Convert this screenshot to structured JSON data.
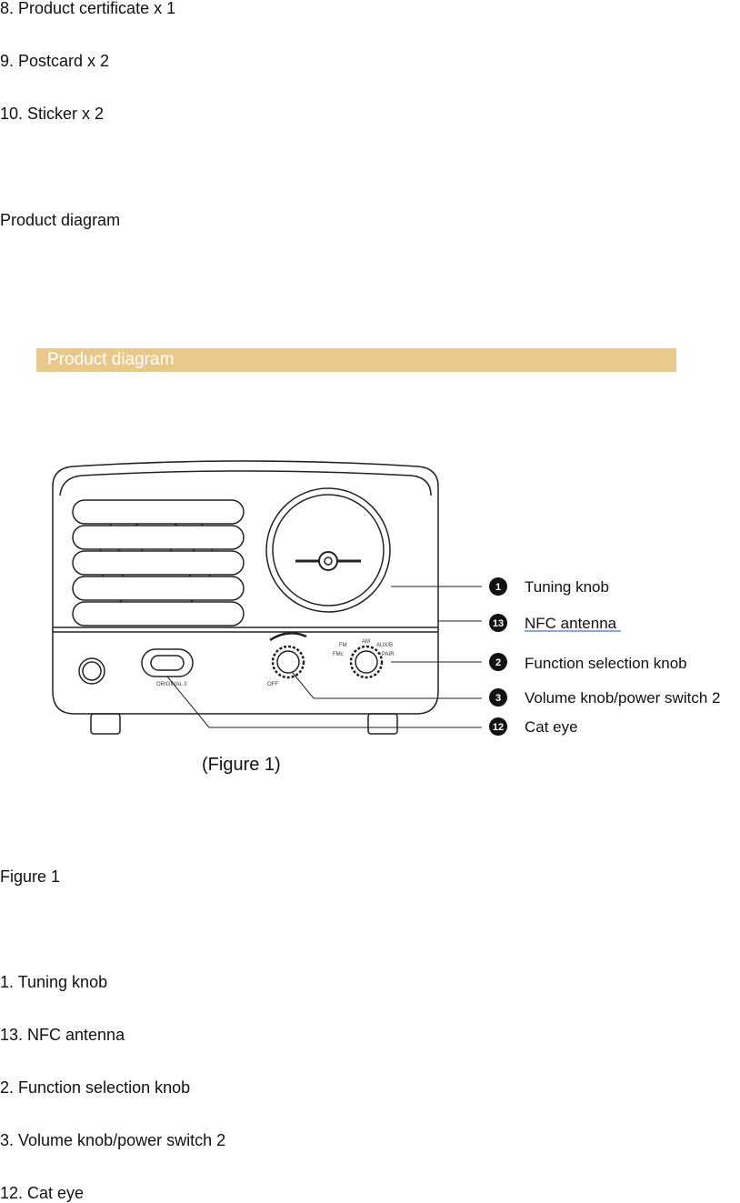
{
  "top_list": [
    "8. Product certificate x 1",
    "9. Postcard x 2",
    "10. Sticker x 2"
  ],
  "section_heading": "Product diagram",
  "banner_title": "Product diagram",
  "diagram": {
    "callouts": [
      {
        "num": "1",
        "label": "Tuning knob"
      },
      {
        "num": "13",
        "label": "NFC antenna"
      },
      {
        "num": "2",
        "label": "Function selection knob"
      },
      {
        "num": "3",
        "label": "Volume knob/power switch 2"
      },
      {
        "num": "12",
        "label": "Cat eye"
      }
    ],
    "knob_labels": {
      "am": "AM",
      "fm": "FM",
      "fm2": "FMc",
      "aux": "AUX/B",
      "pair": "PAIR",
      "off": "OFF",
      "brand": "ORIGINAL 3"
    },
    "caption": "(Figure 1)"
  },
  "figure_label": "Figure 1",
  "bottom_list": [
    "1. Tuning knob",
    "13. NFC antenna",
    "2. Function selection knob",
    "3. Volume knob/power switch 2",
    "12. Cat eye"
  ]
}
